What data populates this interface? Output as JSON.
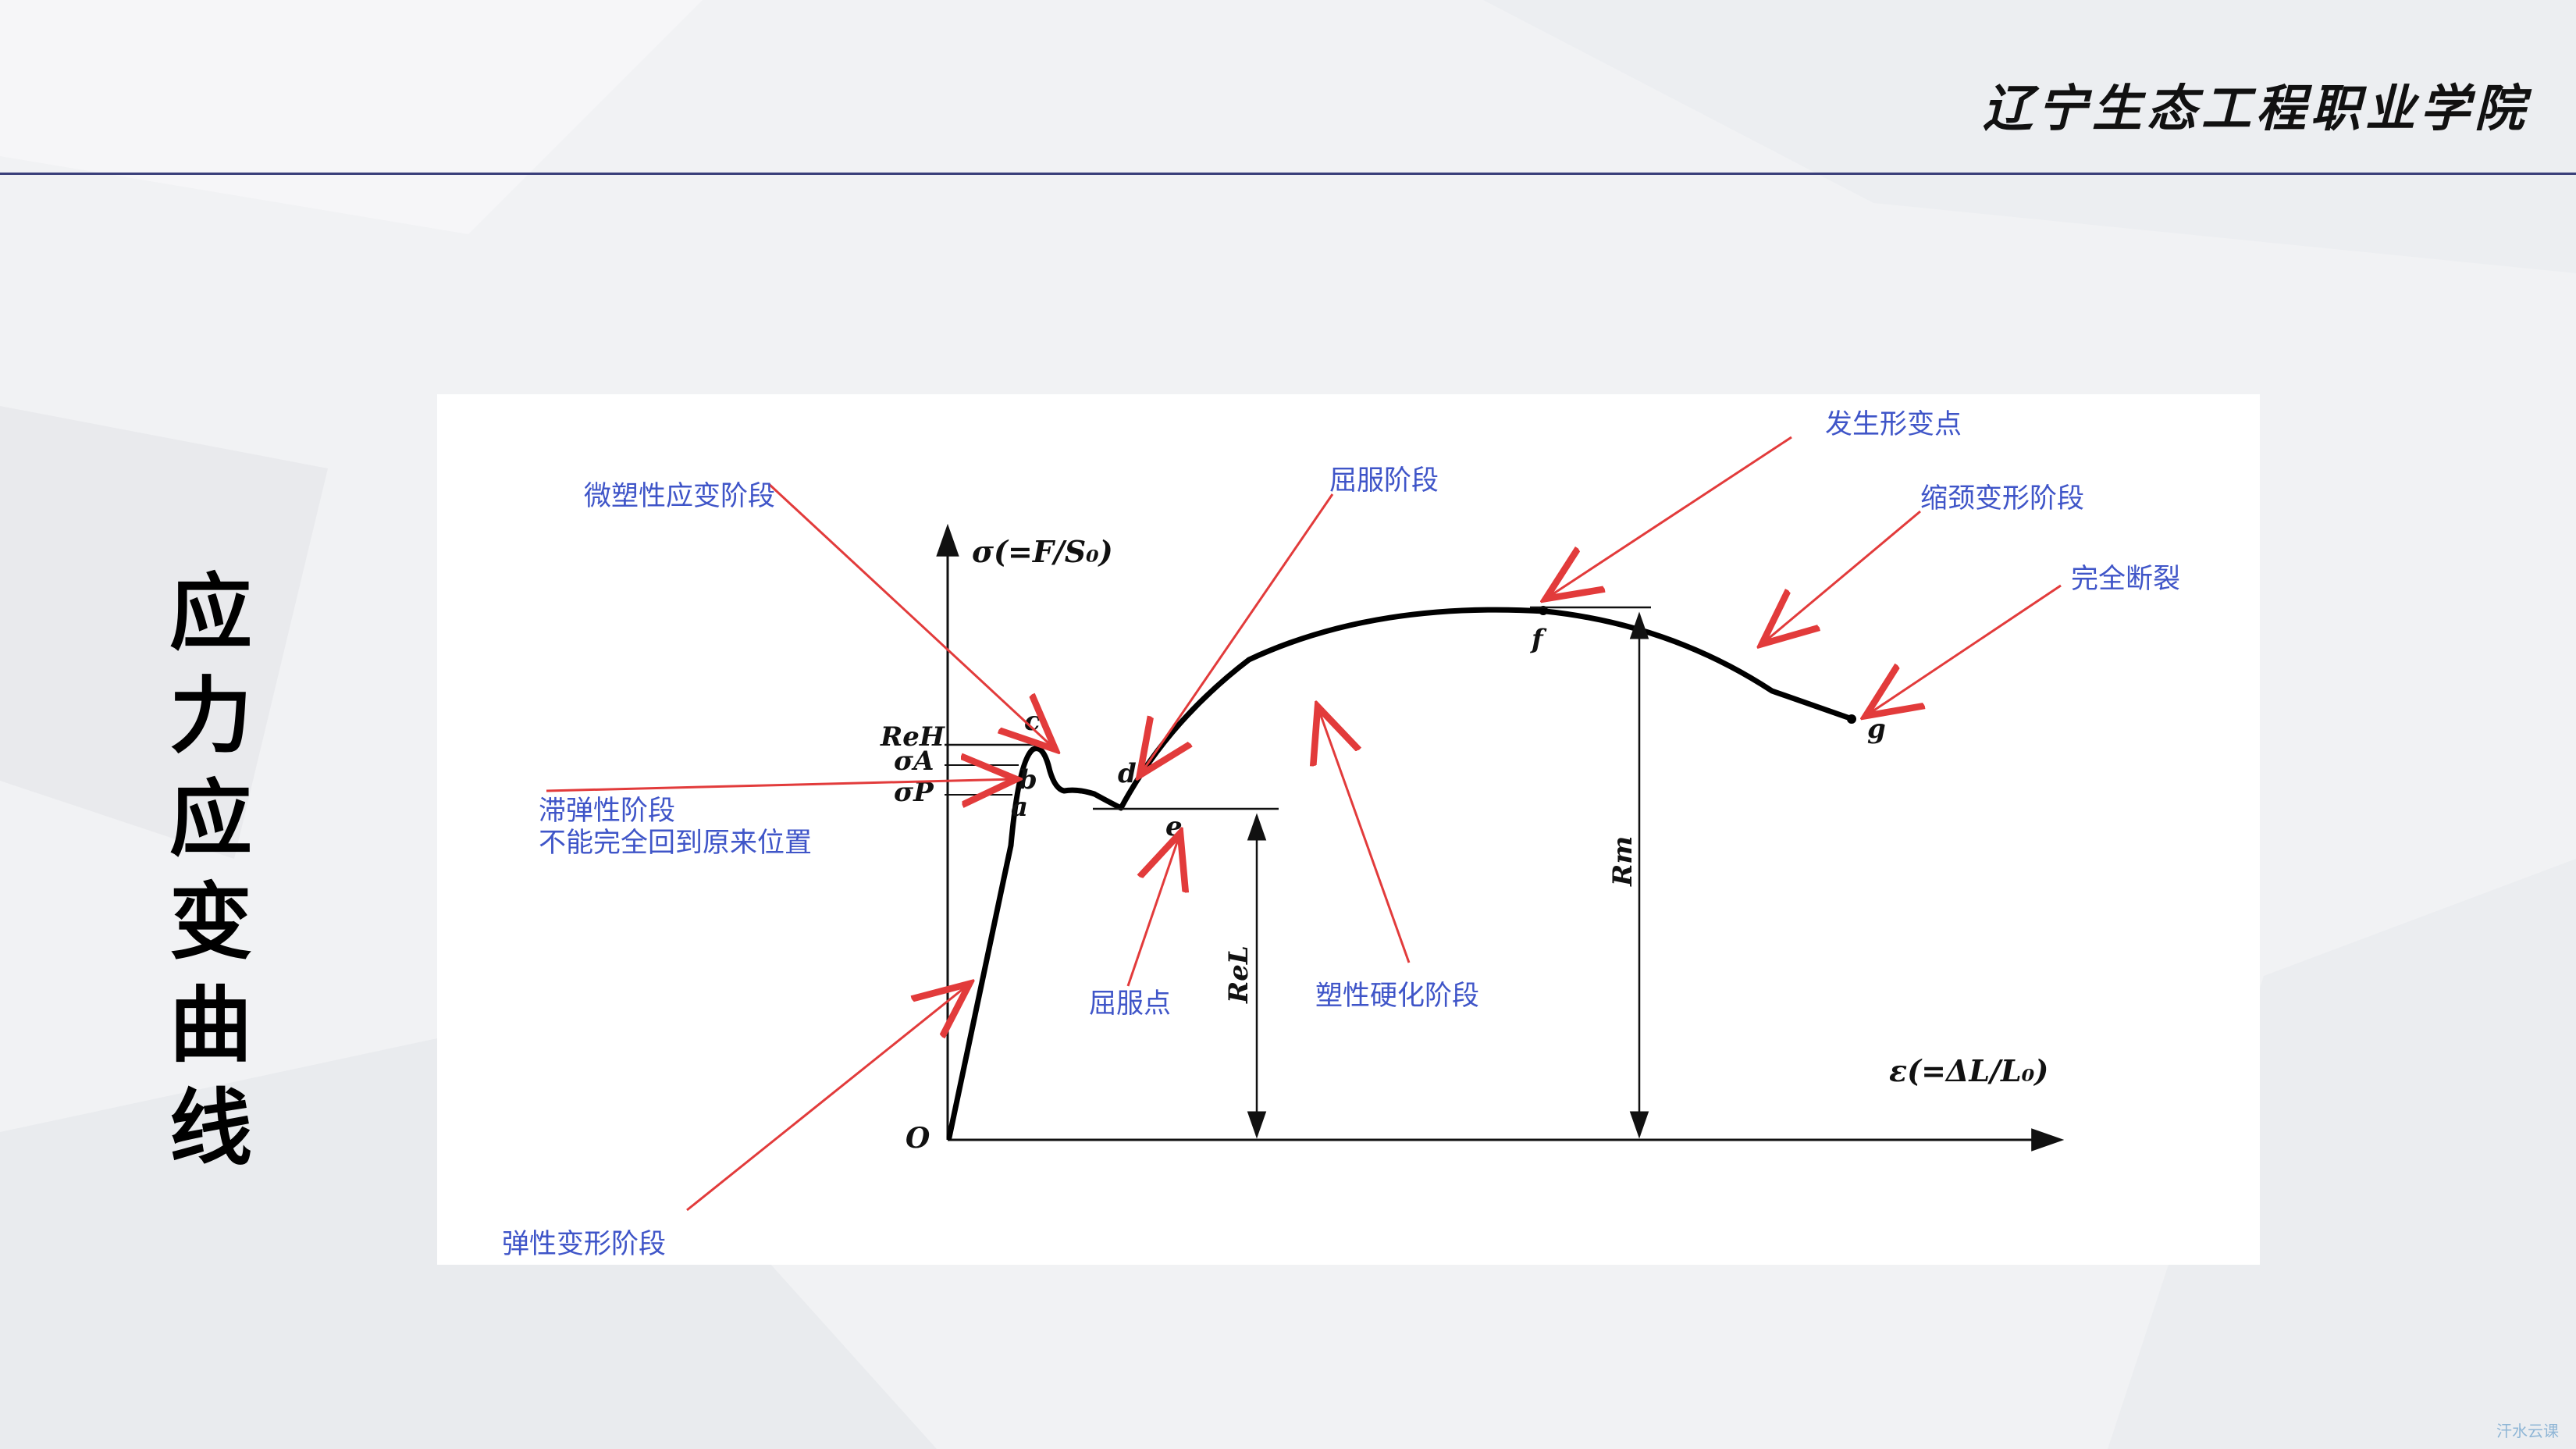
{
  "header": {
    "school_name": "辽宁生态工程职业学院"
  },
  "side_title": "应力应变曲线",
  "diagram": {
    "annotations": {
      "micro_plastic": "微塑性应变阶段",
      "yield_stage": "屈服阶段",
      "deformation_point": "发生形变点",
      "necking_stage": "缩颈变形阶段",
      "fracture": "完全断裂",
      "anelastic_line1": "滞弹性阶段",
      "anelastic_line2": "不能完全回到原来位置",
      "yield_point": "屈服点",
      "hardening_stage": "塑性硬化阶段",
      "elastic_stage": "弹性变形阶段"
    },
    "y_axis_label": "σ(=F/S₀)",
    "x_axis_label": "ε(=ΔL/L₀)",
    "origin": "O",
    "points": {
      "a": "a",
      "b": "b",
      "c": "c",
      "d": "d",
      "e": "e",
      "f": "f",
      "g": "g"
    },
    "levels": {
      "ReH": "ReH",
      "sigmaA": "σA",
      "sigmaP": "σP",
      "ReL": "ReL",
      "Rm": "Rm"
    }
  },
  "watermark": "汗水云课",
  "colors": {
    "annotation_text": "#3f55c8",
    "arrow": "#e23b3b",
    "curve": "#000000",
    "header_rule": "#3a3f7a"
  }
}
